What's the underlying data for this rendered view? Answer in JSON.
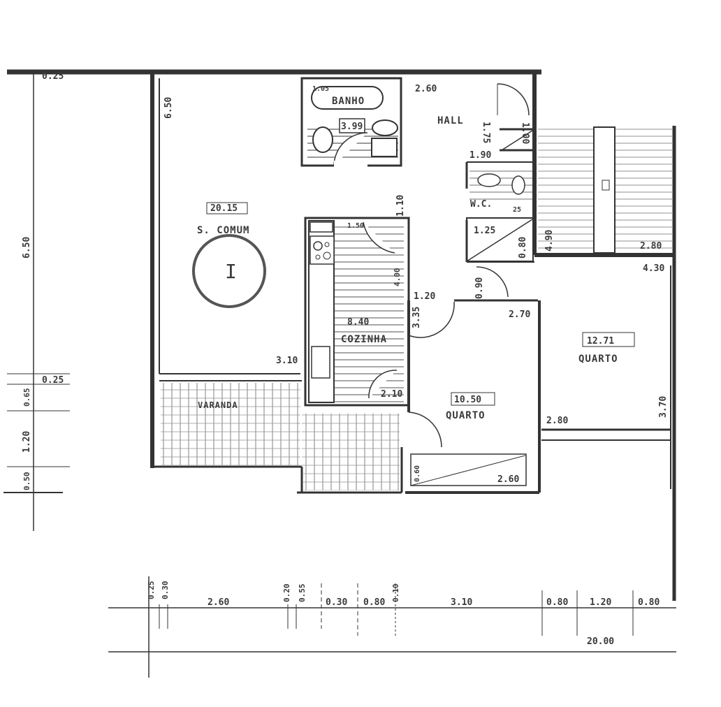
{
  "rooms": {
    "banho": {
      "name": "BANHO",
      "area": "3.99",
      "dim": "1.05"
    },
    "hall": {
      "name": "HALL",
      "width": "2.60",
      "d1": "1.00",
      "d2": "1.75",
      "d3": "1.90",
      "d4": "0.90"
    },
    "wc": {
      "name": "W.C.",
      "d1": "1.25",
      "d2": "0.80",
      "d3": "25"
    },
    "sala": {
      "name": "S. COMUM",
      "area": "20.15",
      "h": "6.50",
      "w": "3.10",
      "marker": "I"
    },
    "cozinha": {
      "name": "COZINHA",
      "area": "8.40",
      "d1": "1.10",
      "d2": "4.00",
      "d3": "1.20",
      "d4": "2.10",
      "d5": "1.50"
    },
    "quarto1": {
      "name": "QUARTO",
      "area": "10.50",
      "w": "2.70",
      "h": "3.35",
      "b": "2.60",
      "s": "0.60"
    },
    "quarto2": {
      "name": "QUARTO",
      "area": "12.71",
      "w": "2.80",
      "h": "3.70"
    },
    "varanda": {
      "name": "VARANDA"
    },
    "escada": {
      "d1": "4.90",
      "d2": "2.80",
      "d3": "4.30"
    }
  },
  "left_dims": [
    "6.50",
    "0.25",
    "0.65",
    "1.20",
    "0.50"
  ],
  "top_dim": "0.25",
  "bottom_dims": [
    "0.25",
    "0.30",
    "2.60",
    "0.20",
    "0.55",
    "0.30",
    "0.80",
    "0.10",
    "3.10",
    "0.80",
    "1.20",
    "0.80"
  ],
  "total_dim": "20.00"
}
